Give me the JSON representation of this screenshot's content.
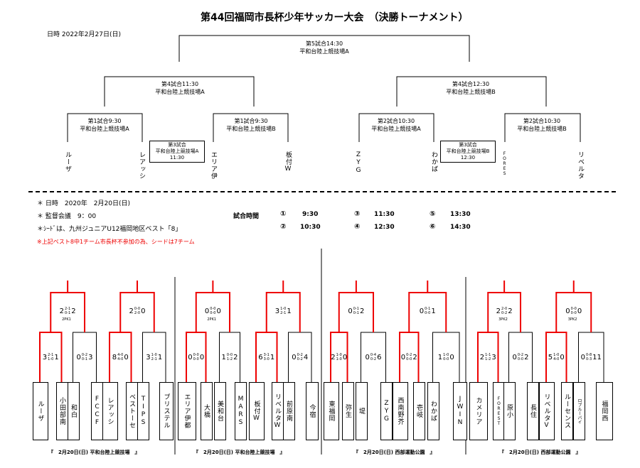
{
  "header": {
    "title": "第44回福岡市長杯少年サッカー大会　（決勝トーナメント）",
    "date": "日時 2022年2月27日(日)"
  },
  "final_bracket": {
    "g5": {
      "name": "第5試合14:30",
      "venue": "平和台陸上競技場A"
    },
    "g4a": {
      "name": "第4試合11:30",
      "venue": "平和台陸上競技場A"
    },
    "g4b": {
      "name": "第4試合12:30",
      "venue": "平和台陸上競技場B"
    },
    "g1a": {
      "name": "第1試合9:30",
      "venue": "平和台陸上競技場A"
    },
    "g1b": {
      "name": "第1試合9:30",
      "venue": "平和台陸上競技場B"
    },
    "g2a": {
      "name": "第2試合10:30",
      "venue": "平和台陸上競技場A"
    },
    "g2b": {
      "name": "第2試合10:30",
      "venue": "平和台陸上競技場B"
    },
    "g3a": {
      "name": "第3試合",
      "venue": "平和台陸上競技場A",
      "time": "11:30"
    },
    "g3b": {
      "name": "第3試合",
      "venue": "平和台陸上競技場B",
      "time": "12:30"
    },
    "teams": [
      "ルーザ",
      "レアッシ",
      "エリア伊",
      "板付W",
      "ZYG",
      "わかば",
      "FORES",
      "リベルタ"
    ]
  },
  "info": {
    "date": "＊ 日時　2020年　2月20日(日)",
    "meeting": "＊ 監督会議　9：00",
    "seed": "＊ｼｰﾄﾞは、九州ジュニアU12福岡地区ベスト「8」",
    "note": "※上記ベスト8中1チーム市長杯不参加の為、シードは7チーム",
    "times_label": "試合時間",
    "times": [
      {
        "no": "①",
        "time": "9:30"
      },
      {
        "no": "②",
        "time": "10:30"
      },
      {
        "no": "③",
        "time": "11:30"
      },
      {
        "no": "④",
        "time": "12:30"
      },
      {
        "no": "⑤",
        "time": "13:30"
      },
      {
        "no": "⑥",
        "time": "14:30"
      }
    ]
  },
  "groups": [
    {
      "caption": "『　2月20日(日) 平和台陸上競技場　』",
      "top": {
        "l": "2",
        "r": "2",
        "s1": "2-1",
        "s2": "0-1",
        "pk": "2PK1"
      },
      "semis": [
        {
          "l": "3",
          "r": "1",
          "s1": "2-1",
          "s2": "1-0"
        },
        {
          "l": "0",
          "r": "3",
          "s1": "0-2",
          "s2": "0-1"
        },
        {
          "l": "8",
          "r": "0",
          "s1": "4-0",
          "s2": "4-0"
        },
        {
          "l": "3",
          "r": "1",
          "s1": "1-0",
          "s2": "2-1"
        }
      ],
      "top2": {
        "l": "2",
        "r": "0",
        "s1": "0-0",
        "s2": "2-0"
      },
      "teams": [
        "ルーザ",
        "小田部南",
        "和白",
        "FCCF",
        "レアッシ",
        "ベストーセ",
        "TIPS",
        "ブリステル"
      ]
    },
    {
      "caption": "『　2月20日(日) 平和台陸上競技場　』",
      "top": {
        "l": "0",
        "r": "0",
        "s1": "0-0",
        "s2": "0-0",
        "pk": "2PK1"
      },
      "top2": {
        "l": "3",
        "r": "1",
        "s1": "1-0",
        "s2": "2-1"
      },
      "semis": [
        {
          "l": "0",
          "r": "0",
          "s1": "0-0",
          "s2": "0-0"
        },
        {
          "l": "1",
          "r": "2",
          "s1": "0-0",
          "s2": "1-2"
        },
        {
          "l": "6",
          "r": "1",
          "s1": "3-1",
          "s2": "3-0"
        },
        {
          "l": "0",
          "r": "4",
          "s1": "0-2",
          "s2": "0-2"
        }
      ],
      "teams": [
        "エリア伊都",
        "大橋",
        "美和台",
        "MARS",
        "板付W",
        "リベルタW",
        "前原南",
        "今宿"
      ]
    },
    {
      "caption": "『　2月20日(日) 西部運動公園　』",
      "top": {
        "l": "0",
        "r": "2",
        "s1": "0-1",
        "s2": "0-1"
      },
      "top2": {
        "l": "0",
        "r": "1",
        "s1": "0-1",
        "s2": "0-0"
      },
      "semis": [
        {
          "l": "2",
          "r": "0",
          "s1": "1-0",
          "s2": "1-0"
        },
        {
          "l": "0",
          "r": "6",
          "s1": "0-4",
          "s2": "0-2"
        },
        {
          "l": "0",
          "r": "2",
          "s1": "0-2",
          "s2": "0-0"
        },
        {
          "l": "1",
          "r": "0",
          "s1": "1-0",
          "s2": "0-0"
        }
      ],
      "teams": [
        "東福岡",
        "弥生",
        "堤",
        "ZYG",
        "西南野芥",
        "壱岐",
        "わかば",
        "JWIN"
      ]
    },
    {
      "caption": "『　2月20日(日) 西部運動公園　』",
      "top": {
        "l": "2",
        "r": "2",
        "s1": "2-0",
        "s2": "0-2",
        "pk": "3PK2"
      },
      "top2": {
        "l": "0",
        "r": "0",
        "s1": "0-0",
        "s2": "0-0",
        "pk": "3PK2"
      },
      "semis": [
        {
          "l": "2",
          "r": "3",
          "s1": "1-1",
          "s2": "1-2"
        },
        {
          "l": "0",
          "r": "2",
          "s1": "0-2",
          "s2": "0-0"
        },
        {
          "l": "5",
          "r": "0",
          "s1": "1-0",
          "s2": "4-0"
        },
        {
          "l": "0",
          "r": "11",
          "s1": "0-8",
          "s2": "0-3"
        }
      ],
      "teams": [
        "カメリア",
        "FOREST",
        "原小",
        "長住",
        "リベルタV",
        "ルーセンス",
        "ロブルーバイ",
        "福岡西"
      ]
    }
  ]
}
